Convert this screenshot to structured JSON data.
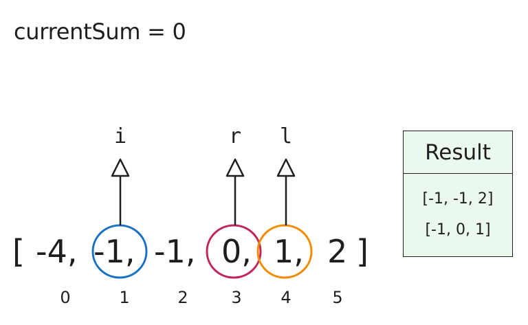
{
  "current_sum": {
    "label": "currentSum = 0"
  },
  "array": {
    "open": "[",
    "close": "]",
    "items": [
      "-4,",
      "-1,",
      "-1,",
      "0,",
      "1,",
      "2"
    ],
    "indices": [
      "0",
      "1",
      "2",
      "3",
      "4",
      "5"
    ]
  },
  "pointers": {
    "i": "i",
    "r": "r",
    "l": "l"
  },
  "result": {
    "title": "Result",
    "rows": [
      "[-1, -1, 2]",
      "[-1, 0, 1]"
    ]
  },
  "colors": {
    "i_circle": "#1971c2",
    "r_circle": "#c2255c",
    "l_circle": "#f08c00",
    "result_bg": "#ebf8ee"
  }
}
